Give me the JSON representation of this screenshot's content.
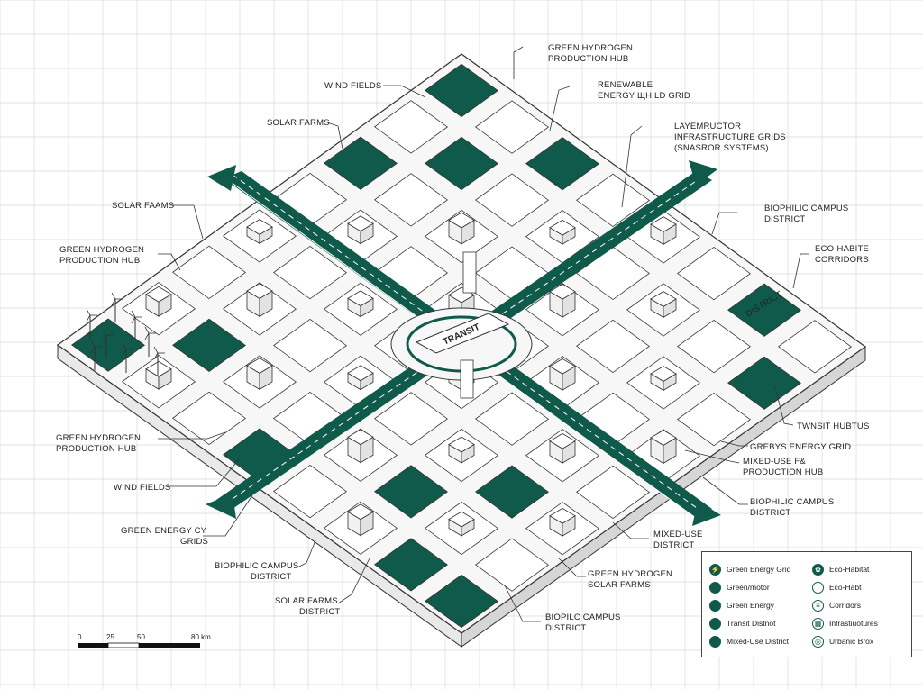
{
  "colors": {
    "accent": "#0f5a4a",
    "ink": "#222222",
    "grid": "#d9d9d9"
  },
  "center_label": "TRANSIT",
  "block_label": "DISTRICT",
  "callouts": {
    "top_h2": [
      "GREEN HYDROGEN",
      "PRODUCTION HUB"
    ],
    "renewable": [
      "RENEWABLE",
      "ENERGY ЩHILD GRID"
    ],
    "layer": [
      "LAYEMRUCTOR",
      "INFRASTRUCTURE GRIDS",
      "(SNASROR SYSTEMS)"
    ],
    "wind_top": [
      "WIND FIELDS"
    ],
    "solar_top": [
      "SOLAR FARMS"
    ],
    "solar_left": [
      "SOLAR FAAMS"
    ],
    "h2_left": [
      "GREEN HYDROGEN",
      "PRODUCTION HUB"
    ],
    "biophilic_r": [
      "BIOPHILIC CAMPUS",
      "DISTRICT"
    ],
    "eco": [
      "ECO-HABITE",
      "CORRIDORS"
    ],
    "twnsit": [
      "TWNSIT HUBTUS"
    ],
    "grebys": [
      "GREBYS ENERGY GRID"
    ],
    "mixed_r": [
      "MIXED-USE F&",
      "PRODUCTION HUB"
    ],
    "biophilic_r2": [
      "BIOPHILIC CAMPUS",
      "DISTRICT"
    ],
    "h2_left2": [
      "GREEN HYDROGEN",
      "PRODUCTION HUB"
    ],
    "wind_left": [
      "WIND FIELDS"
    ],
    "green_cy": [
      "GREEN ENERGY CY",
      "GRIDS"
    ],
    "biophilic_l": [
      "BIOPHILIC CAMPUS",
      "DISTRICT"
    ],
    "solar_b": [
      "SOLAR FARMS",
      "DISTRICT"
    ],
    "mixed_b": [
      "MIXED-USE",
      "DISTRICT"
    ],
    "h2_solar": [
      "GREEN HYDROGEN",
      "SOLAR FARMS"
    ],
    "biopilc": [
      "BIOPILC CAMPUS",
      "DISTRICT"
    ]
  },
  "legend": [
    {
      "icon": "bolt-icon",
      "glyph": "⚡",
      "label": "Green Energy Grid"
    },
    {
      "icon": "leaf-icon",
      "glyph": "✿",
      "label": "Eco-Habitat"
    },
    {
      "icon": "circle-icon",
      "glyph": "",
      "label": "Green/motor"
    },
    {
      "icon": "circle-outline-icon",
      "glyph": "",
      "label": "Eco-Habt"
    },
    {
      "icon": "circle-icon",
      "glyph": "",
      "label": "Green Energy"
    },
    {
      "icon": "lines-icon",
      "glyph": "≡",
      "label": "Corridors"
    },
    {
      "icon": "circle-icon",
      "glyph": "",
      "label": "Transit Distnot"
    },
    {
      "icon": "grid-icon",
      "glyph": "▦",
      "label": "Infrastiuotures"
    },
    {
      "icon": "circle-icon",
      "glyph": "",
      "label": "Mixed-Use District"
    },
    {
      "icon": "ring-icon",
      "glyph": "◎",
      "label": "Urbanic Brox"
    }
  ],
  "scale": {
    "ticks": [
      "0",
      "25",
      "50",
      "80 km"
    ]
  }
}
